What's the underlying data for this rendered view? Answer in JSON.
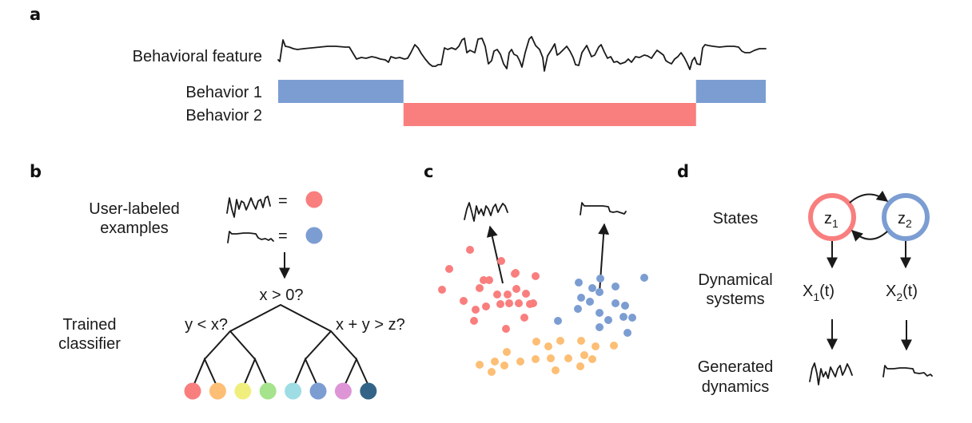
{
  "panels": {
    "a": {
      "label": "a",
      "feature_label": "Behavioral feature",
      "behaviors": [
        {
          "label": "Behavior 1",
          "color": "#7b9dd2"
        },
        {
          "label": "Behavior 2",
          "color": "#f97e7e"
        }
      ],
      "segments": [
        {
          "behavior": 1,
          "start": 0.0,
          "end": 0.257
        },
        {
          "behavior": 2,
          "start": 0.257,
          "end": 0.857
        },
        {
          "behavior": 1,
          "start": 0.857,
          "end": 1.0
        }
      ]
    },
    "b": {
      "label": "b",
      "examples_label_line1": "User-labeled",
      "examples_label_line2": "examples",
      "equals": "=",
      "classifier_label_line1": "Trained",
      "classifier_label_line2": "classifier",
      "root_question": "x > 0?",
      "left_question": "y < x?",
      "right_question": "x + y > z?",
      "example_colors": [
        "#f97e7e",
        "#7b9dd2"
      ],
      "leaf_colors": [
        "#f97e7e",
        "#fdbe75",
        "#f0ef7e",
        "#a5e38c",
        "#9ddde3",
        "#7b9dd2",
        "#de95d6",
        "#336487"
      ]
    },
    "c": {
      "label": "c",
      "clusters": [
        {
          "name": "red",
          "color": "#f97e7e"
        },
        {
          "name": "blue",
          "color": "#7b9dd2"
        },
        {
          "name": "orange",
          "color": "#fdbe75"
        }
      ]
    },
    "d": {
      "label": "d",
      "states_label": "States",
      "states": [
        {
          "symbol": "z",
          "sub": "1",
          "color": "#f97e7e"
        },
        {
          "symbol": "z",
          "sub": "2",
          "color": "#7b9dd2"
        }
      ],
      "dyn_label_line1": "Dynamical",
      "dyn_label_line2": "systems",
      "systems": [
        {
          "symbol": "X",
          "sub": "1",
          "suffix": "(t)"
        },
        {
          "symbol": "X",
          "sub": "2",
          "suffix": "(t)"
        }
      ],
      "gen_label_line1": "Generated",
      "gen_label_line2": "dynamics"
    }
  }
}
